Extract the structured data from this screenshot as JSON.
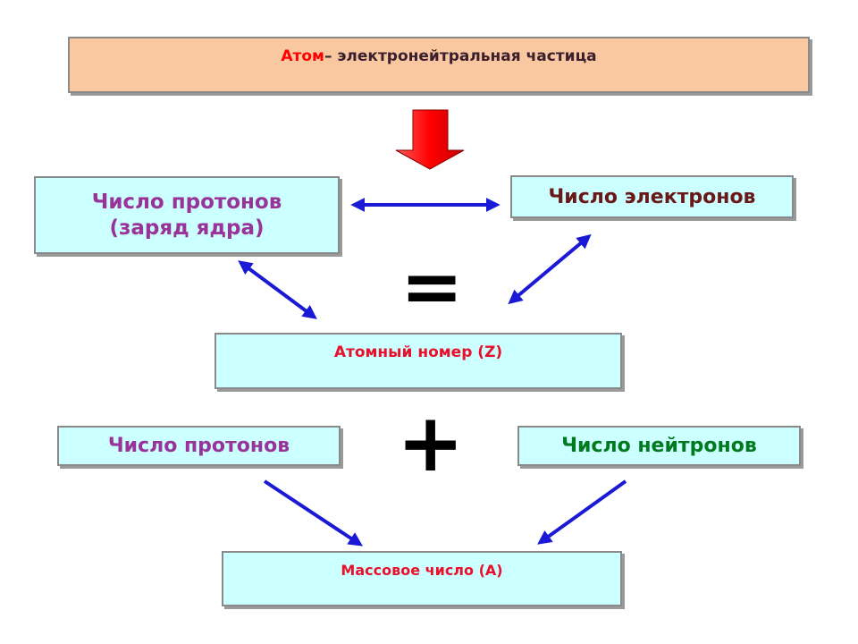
{
  "title": {
    "atom": "Атом",
    "rest": " – электронейтральная частица"
  },
  "protons_box": {
    "line1": "Число протонов",
    "line2": "(заряд ядра)"
  },
  "electrons_box": {
    "label": "Число электронов"
  },
  "equals_sign": "=",
  "atomic_number_box": {
    "label": "Атомный номер (Z)"
  },
  "protons_box_2": {
    "label": "Число протонов"
  },
  "plus_sign": "+",
  "neutrons_box": {
    "label": "Число нейтронов"
  },
  "mass_number_box": {
    "label": "Массовое число (А)"
  },
  "colors": {
    "box_fill": "#ccffff",
    "title_fill": "#fac8a0",
    "arrow_blue": "#1a1ad6",
    "arrow_red": "#ff0000",
    "text_purple": "#993399",
    "text_red": "#e8102a",
    "text_green": "#007a1e",
    "text_brown": "#6a1818"
  }
}
